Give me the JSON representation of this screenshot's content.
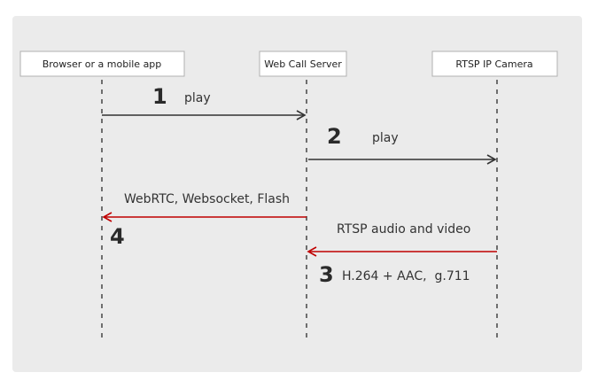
{
  "colors": {
    "panel": "#ebebeb",
    "box_fill": "#ffffff",
    "box_stroke": "#b0b0b0",
    "lifeline": "#444444",
    "arrow_dark": "#333333",
    "arrow_red": "#c00000"
  },
  "actors": [
    {
      "id": "client",
      "label": "Browser or a mobile app"
    },
    {
      "id": "server",
      "label": "Web Call Server"
    },
    {
      "id": "camera",
      "label": "RTSP IP Camera"
    }
  ],
  "messages": [
    {
      "step": "1",
      "label": "play",
      "from": "client",
      "to": "server",
      "color": "dark"
    },
    {
      "step": "2",
      "label": "play",
      "from": "server",
      "to": "camera",
      "color": "dark"
    },
    {
      "step": "3",
      "label": "RTSP audio and video",
      "sublabel": "H.264 + AAC,  g.711",
      "from": "camera",
      "to": "server",
      "color": "red"
    },
    {
      "step": "4",
      "label": "WebRTC, Websocket, Flash",
      "from": "server",
      "to": "client",
      "color": "red"
    }
  ]
}
